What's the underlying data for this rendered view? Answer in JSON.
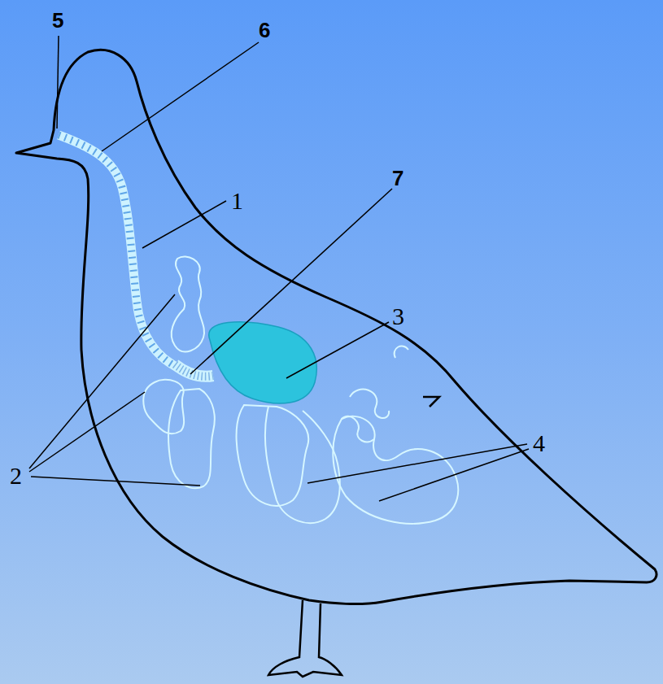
{
  "diagram": {
    "labels": [
      "5",
      "6",
      "1",
      "7",
      "3",
      "2",
      "4"
    ]
  }
}
